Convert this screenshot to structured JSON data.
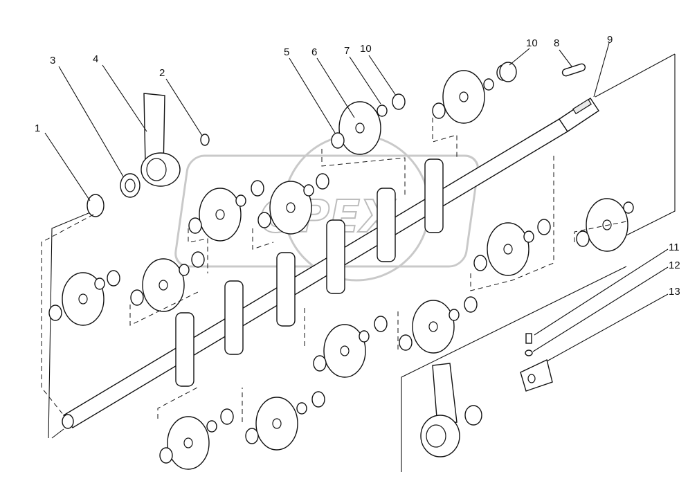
{
  "callouts": [
    "1",
    "2",
    "3",
    "4",
    "5",
    "6",
    "7",
    "10",
    "10",
    "8",
    "9",
    "11",
    "12",
    "13"
  ],
  "watermark_text": "OPEX",
  "colors": {
    "line": "#111111",
    "background": "#ffffff",
    "watermark": "#c9c9c9"
  }
}
